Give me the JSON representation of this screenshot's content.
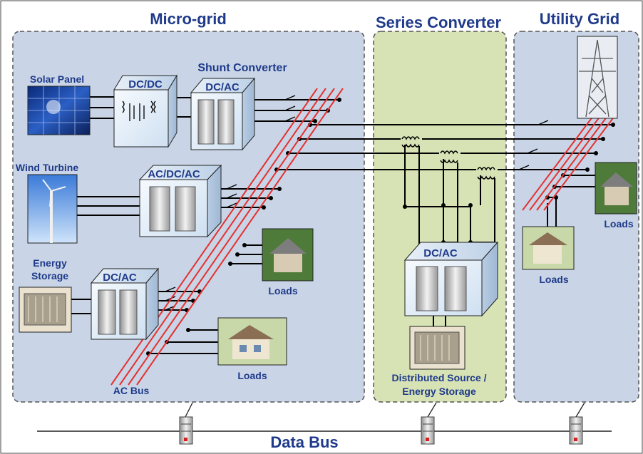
{
  "regions": {
    "microgrid": "Micro-grid",
    "series": "Series Converter",
    "utility": "Utility Grid"
  },
  "labels": {
    "shunt_converter": "Shunt Converter",
    "solar_panel": "Solar Panel",
    "wind_turbine": "Wind Turbine",
    "energy_storage_line1": "Energy",
    "energy_storage_line2": "Storage",
    "loads_1": "Loads",
    "loads_2": "Loads",
    "loads_3": "Loads",
    "loads_4": "Loads",
    "ac_bus": "AC Bus",
    "distributed_source_line1": "Distributed Source /",
    "distributed_source_line2": "Energy Storage",
    "data_bus": "Data Bus"
  },
  "boxes": {
    "dcdc": "DC/DC",
    "dcac_shunt": "DC/AC",
    "acdcac": "AC/DC/AC",
    "dcac_storage": "DC/AC",
    "dcac_series": "DC/AC"
  },
  "colors": {
    "region_fill": "#c9d5e6",
    "series_fill": "#d7e3b5",
    "title": "#1f3a8a",
    "bus_red": "#e53030",
    "wire": "#000000"
  }
}
